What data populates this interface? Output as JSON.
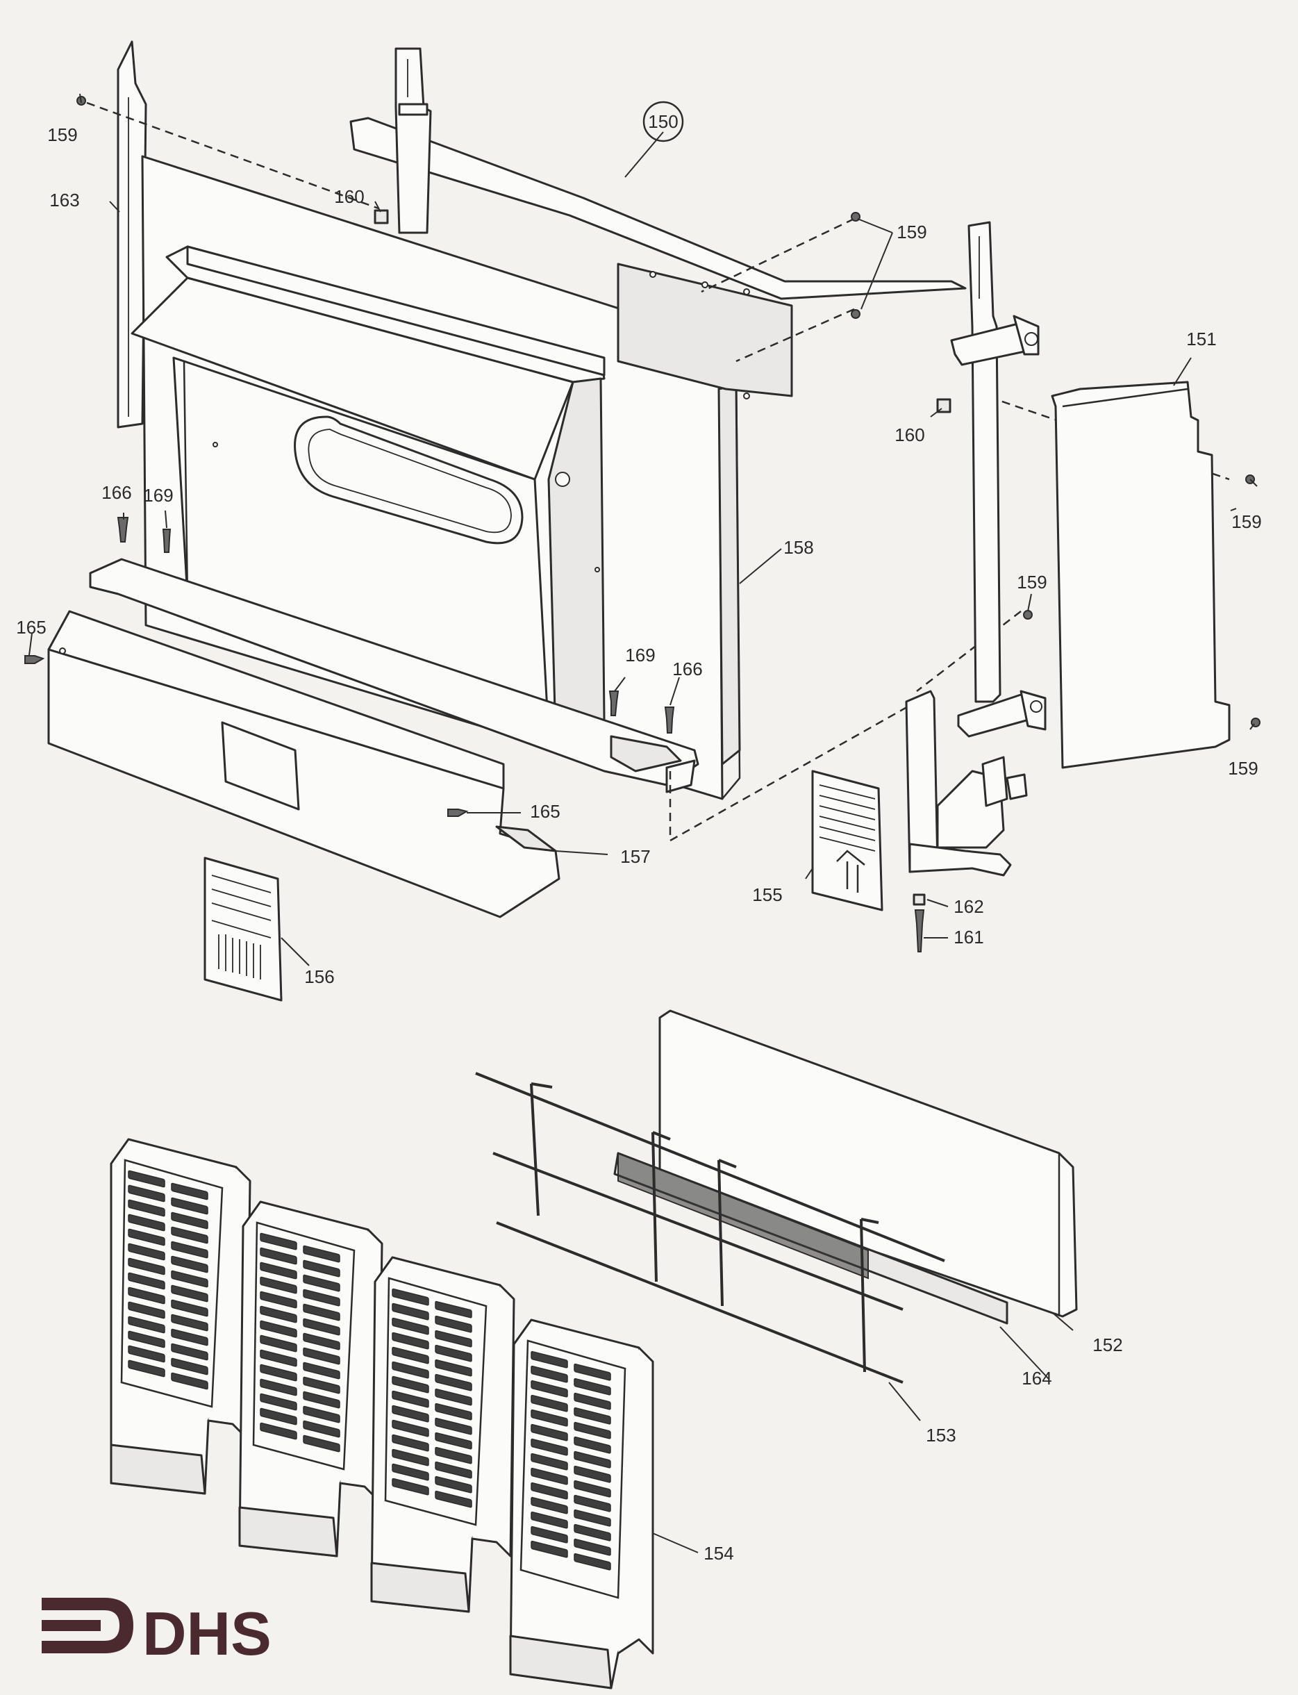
{
  "callouts": {
    "c150": "150",
    "c151": "151",
    "c152": "152",
    "c153": "153",
    "c154": "154",
    "c155": "155",
    "c156": "156",
    "c157": "157",
    "c158": "158",
    "c159": "159",
    "c160": "160",
    "c161": "161",
    "c162": "162",
    "c163": "163",
    "c164": "164",
    "c165": "165",
    "c166": "166",
    "c169": "169"
  },
  "logo": {
    "text": "DHS",
    "color": "#4a2a2e"
  }
}
